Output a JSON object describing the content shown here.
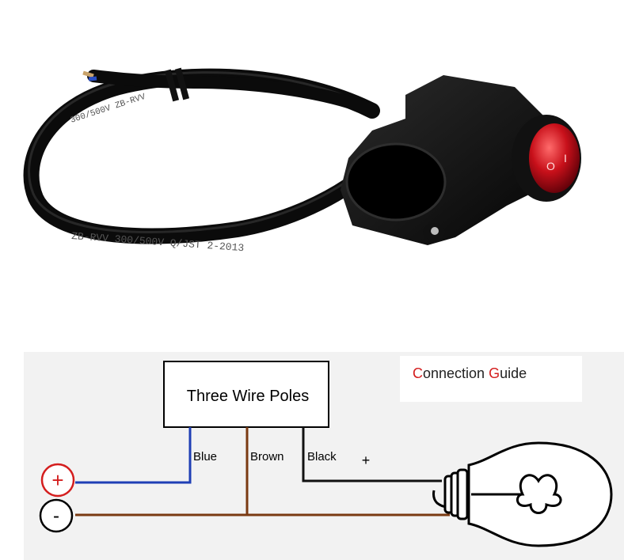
{
  "diagram": {
    "box_label": "Three Wire Poles",
    "guide": {
      "first_letter": "C",
      "first_rest": "onnection ",
      "second_letter": "G",
      "second_rest": "uide",
      "accent_color": "#d41e1e"
    },
    "wires": [
      {
        "label": "Blue",
        "color": "#1f3fb5"
      },
      {
        "label": "Brown",
        "color": "#7a3a12"
      },
      {
        "label": "Black",
        "color": "#111111"
      }
    ],
    "plus_sign": "+",
    "positive_symbol": "+",
    "negative_symbol": "-",
    "positive_color": "#d41e1e"
  },
  "photo": {
    "cable_print_1": "ZB-RVV   300/500V   Q/JST 2-2013",
    "cable_print_2": "300/500V   ZB-RVV",
    "switch_on": "I",
    "switch_off": "O"
  }
}
